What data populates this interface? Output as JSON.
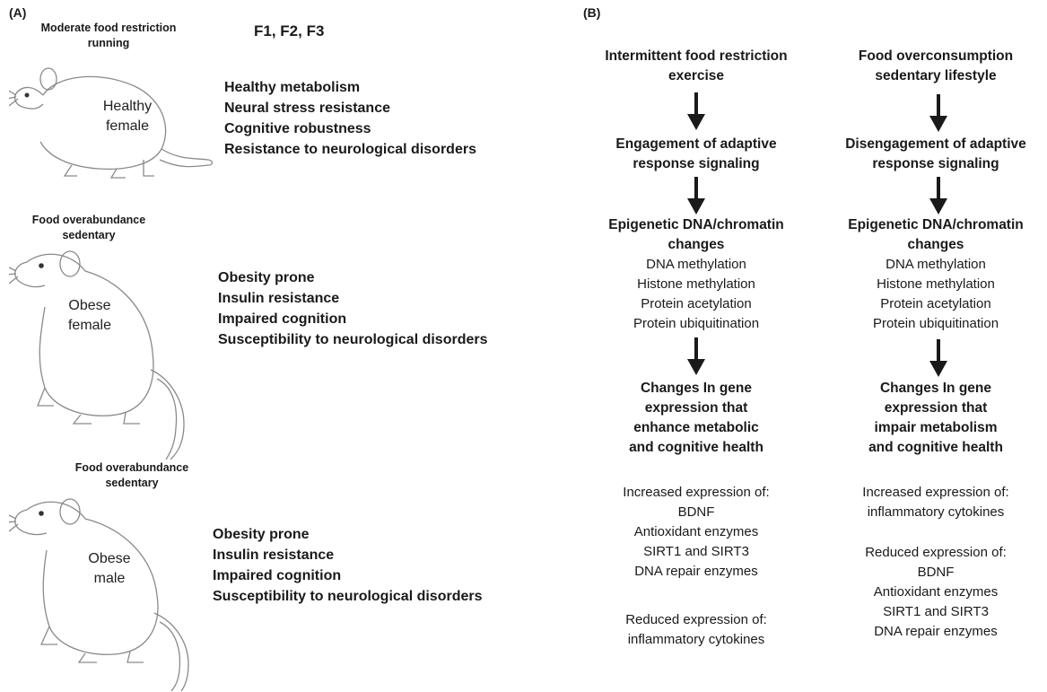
{
  "panelA": {
    "label": "(A)",
    "generations": "F1, F2, F3",
    "groups": [
      {
        "condition": [
          "Moderate food restriction",
          "running"
        ],
        "rat_label": [
          "Healthy",
          "female"
        ],
        "outcomes": [
          "Healthy metabolism",
          "Neural stress resistance",
          "Cognitive robustness",
          "Resistance to neurological disorders"
        ]
      },
      {
        "condition": [
          "Food overabundance",
          "sedentary"
        ],
        "rat_label": [
          "Obese",
          "female"
        ],
        "outcomes": [
          "Obesity prone",
          "Insulin resistance",
          "Impaired cognition",
          "Susceptibility to neurological disorders"
        ]
      },
      {
        "condition": [
          "Food overabundance",
          "sedentary"
        ],
        "rat_label": [
          "Obese",
          "male"
        ],
        "outcomes": [
          "Obesity prone",
          "Insulin resistance",
          "Impaired cognition",
          "Susceptibility to neurological disorders"
        ]
      }
    ]
  },
  "panelB": {
    "label": "(B)",
    "left": {
      "trigger": [
        "Intermittent food restriction",
        "exercise"
      ],
      "signaling": [
        "Engagement of  adaptive",
        "response signaling"
      ],
      "epigenetic_title": [
        "Epigenetic DNA/chromatin",
        "changes"
      ],
      "epigenetic_items": [
        "DNA methylation",
        "Histone methylation",
        "Protein acetylation",
        "Protein ubiquitination"
      ],
      "gene_change": [
        "Changes In gene",
        "expression that",
        "enhance metabolic",
        "and cognitive health"
      ],
      "increased_title": "Increased expression of:",
      "increased_items": [
        "BDNF",
        "Antioxidant enzymes",
        "SIRT1 and SIRT3",
        "DNA repair enzymes"
      ],
      "reduced_title": "Reduced expression of:",
      "reduced_items": [
        "inflammatory cytokines"
      ]
    },
    "right": {
      "trigger": [
        "Food overconsumption",
        "sedentary lifestyle"
      ],
      "signaling": [
        "Disengagement of adaptive",
        "response signaling"
      ],
      "epigenetic_title": [
        "Epigenetic DNA/chromatin",
        "changes"
      ],
      "epigenetic_items": [
        "DNA methylation",
        "Histone methylation",
        "Protein acetylation",
        "Protein ubiquitination"
      ],
      "gene_change": [
        "Changes In gene",
        "expression that",
        "impair metabolism",
        "and cognitive health"
      ],
      "increased_title": "Increased expression of:",
      "increased_items": [
        "inflammatory cytokines"
      ],
      "reduced_title": "Reduced expression of:",
      "reduced_items": [
        "BDNF",
        "Antioxidant enzymes",
        "SIRT1 and SIRT3",
        "DNA repair enzymes"
      ]
    }
  },
  "colors": {
    "text": "#1a1a1a",
    "rat_line": "#8a8a8a",
    "arrow": "#1a1a1a"
  },
  "icons": [
    "rat-illustration",
    "down-arrow"
  ]
}
